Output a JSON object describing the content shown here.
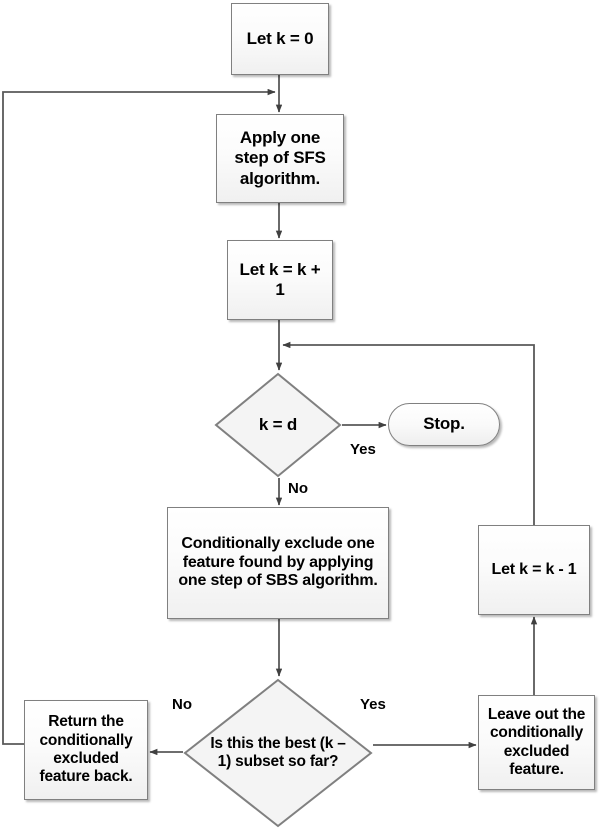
{
  "diagram": {
    "title": "Sequential Floating Forward Selection flowchart",
    "background_color": "#ffffff",
    "node_fill": "#f2f2f2",
    "node_border": "#808080",
    "line_color": "#595959",
    "text_color": "#000000"
  },
  "nodes": {
    "n1": {
      "label": "Let k = 0",
      "shape": "process"
    },
    "n2": {
      "label": "Apply one step of SFS algorithm.",
      "shape": "process"
    },
    "n3": {
      "label": "Let k = k + 1",
      "shape": "process"
    },
    "n4": {
      "label": "k = d",
      "shape": "decision"
    },
    "n5": {
      "label": "Stop.",
      "shape": "terminator"
    },
    "n6": {
      "label": "Conditionally exclude one feature found by applying one step of SBS algorithm.",
      "shape": "process"
    },
    "n7": {
      "label": "Let k = k - 1",
      "shape": "process"
    },
    "n8": {
      "label": "Is this the best (k – 1) subset so far?",
      "shape": "decision"
    },
    "n9": {
      "label": "Leave out the conditionally excluded feature.",
      "shape": "process"
    },
    "n10": {
      "label": "Return the conditionally excluded feature back.",
      "shape": "process"
    }
  },
  "edge_labels": {
    "yes_stop": "Yes",
    "no_exclude": "No",
    "no_return": "No",
    "yes_leave_out": "Yes"
  }
}
